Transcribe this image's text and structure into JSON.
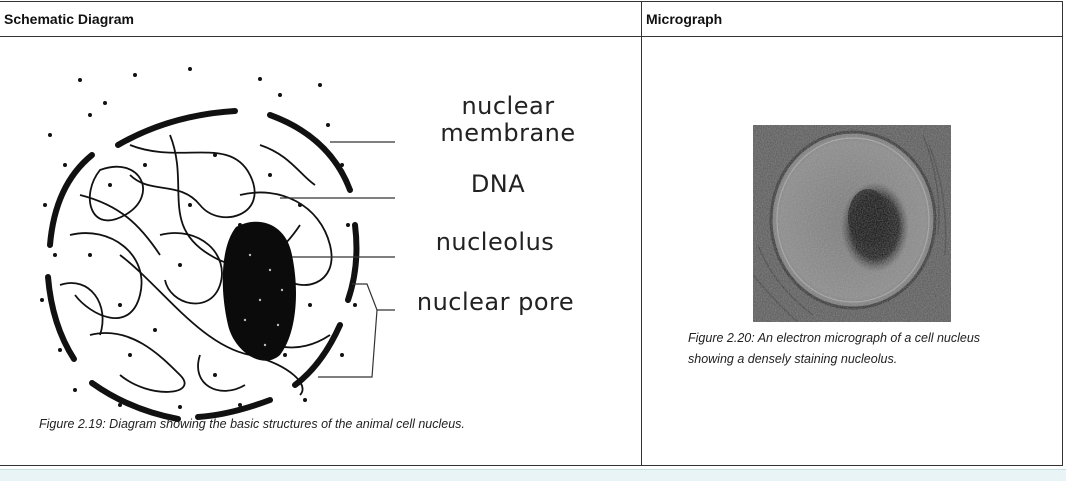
{
  "table": {
    "headers": [
      "Schematic Diagram",
      "Micrograph"
    ]
  },
  "diagram": {
    "labels": {
      "membrane_line1": "nuclear",
      "membrane_line2": "membrane",
      "dna": "DNA",
      "nucleolus": "nucleolus",
      "pore": "nuclear pore"
    },
    "caption": "Figure 2.19: Diagram showing the basic structures of the animal cell nucleus."
  },
  "micrograph": {
    "caption_line1": "Figure 2.20: An electron micrograph of a cell nucleus",
    "caption_line2": "showing a densely staining nucleolus."
  }
}
